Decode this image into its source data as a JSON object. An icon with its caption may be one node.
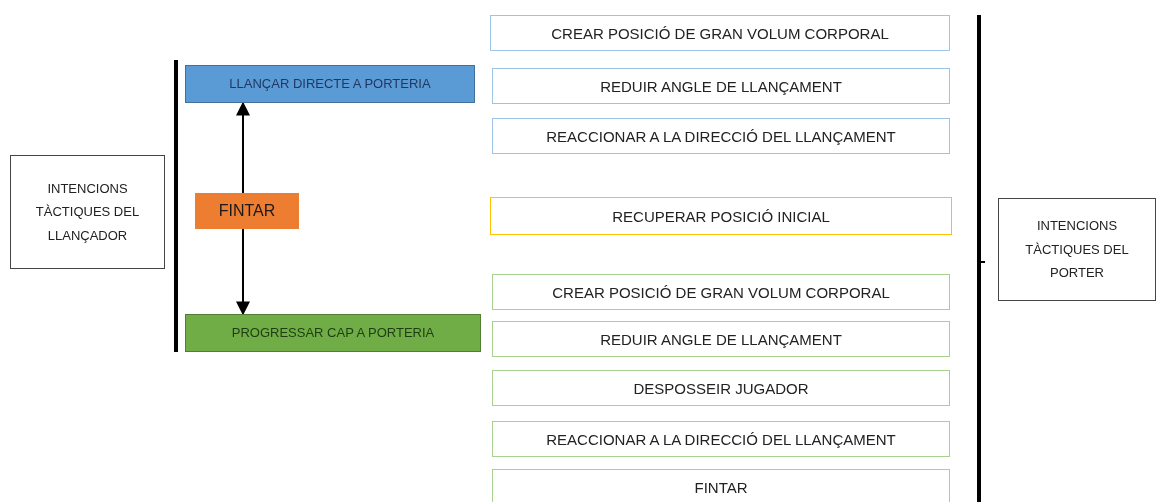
{
  "diagram": {
    "nodes": [
      {
        "text": [
          "INTENCIONS TÀCTIQUES DEL LLANÇADOR"
        ]
      },
      {
        "text": [
          "LLANÇAR DIRECTE A PORTERIA"
        ]
      },
      {
        "text": [
          "FINTAR"
        ]
      },
      {
        "text": [
          "PROGRESSAR CAP A PORTERIA"
        ]
      },
      {
        "text": [
          "CREAR POSICIÓ DE GRAN VOLUM CORPORAL"
        ]
      },
      {
        "text": [
          "REDUIR ANGLE DE LLANÇAMENT"
        ]
      },
      {
        "text": [
          "REACCIONAR A LA DIRECCIÓ DEL LLANÇAMENT"
        ]
      },
      {
        "text": [
          "RECUPERAR POSICIÓ INICIAL"
        ]
      },
      {
        "text": [
          "CREAR POSICIÓ DE GRAN VOLUM CORPORAL"
        ]
      },
      {
        "text": [
          "REDUIR ANGLE DE LLANÇAMENT"
        ]
      },
      {
        "text": [
          "DESPOSSEIR JUGADOR"
        ]
      },
      {
        "text": [
          "REACCIONAR A LA DIRECCIÓ DEL LLANÇAMENT"
        ]
      },
      {
        "text": [
          "FINTAR"
        ]
      },
      {
        "text": [
          "INTENCIONS TÀCTIQUES DEL PORTER"
        ]
      }
    ],
    "edges": [
      {
        "from": 2,
        "to": 1,
        "arrow": "to"
      },
      {
        "from": 2,
        "to": 3,
        "arrow": "to"
      }
    ]
  }
}
